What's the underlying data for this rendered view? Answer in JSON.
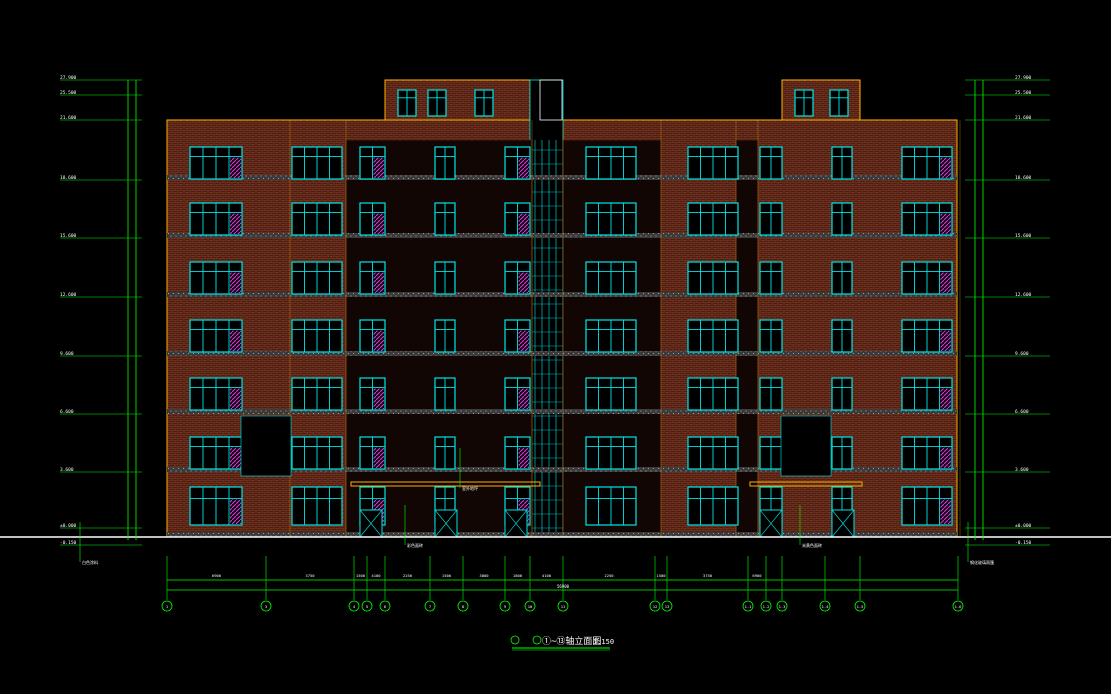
{
  "drawing": {
    "title": "①~⑬轴立面图",
    "scale": "1:150",
    "total_dimension": "56900",
    "colors": {
      "background": "#000000",
      "dimension_line": "#00ff00",
      "ground_line": "#ffffff",
      "brick_wall": "#4a1f12",
      "brick_hatch": "#8a3a25",
      "window_frame": "#00e5e5",
      "glass_hatch": "#cc44cc",
      "outline": "#ffb000",
      "text": "#ffffff"
    },
    "axis_labels": [
      "1",
      "3",
      "4",
      "5",
      "6",
      "7",
      "8",
      "9",
      "10",
      "11",
      "12",
      "13",
      "1-1",
      "1-2",
      "1-3",
      "1-4",
      "1-5",
      "1-6"
    ],
    "left_elevations": [
      "27.900",
      "25.500",
      "21.600",
      "18.600",
      "15.600",
      "12.600",
      "9.600",
      "6.600",
      "3.600",
      "±0.000",
      "-0.150"
    ],
    "right_elevations": [
      "27.900",
      "25.500",
      "21.600",
      "18.600",
      "15.600",
      "12.600",
      "9.600",
      "6.600",
      "3.600",
      "±0.000",
      "-0.150"
    ],
    "dimension_texts": [
      "6900",
      "3750",
      "1500",
      "4100",
      "2250",
      "1500",
      "3800",
      "1800",
      "4100",
      "2250",
      "1500",
      "3750",
      "6900"
    ],
    "annotations": [
      "彩色面砖",
      "米黄色面砖",
      "白色涂料",
      "钢化玻璃雨篷",
      "室外地坪"
    ]
  }
}
